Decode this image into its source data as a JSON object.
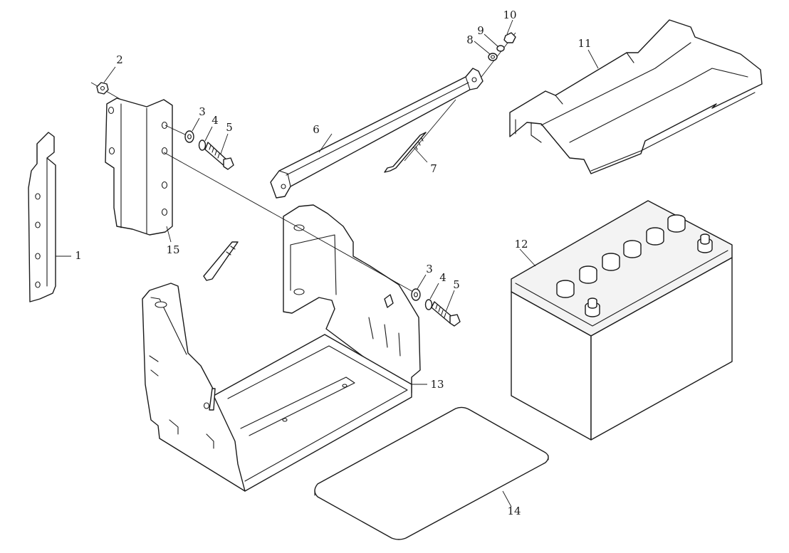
{
  "callouts": {
    "c1": "1",
    "c2": "2",
    "c3a": "3",
    "c4a": "4",
    "c5a": "5",
    "c6": "6",
    "c7": "7",
    "c8": "8",
    "c9": "9",
    "c10": "10",
    "c11": "11",
    "c12": "12",
    "c13": "13",
    "c14": "14",
    "c15": "15",
    "c3b": "3",
    "c4b": "4",
    "c5b": "5"
  }
}
